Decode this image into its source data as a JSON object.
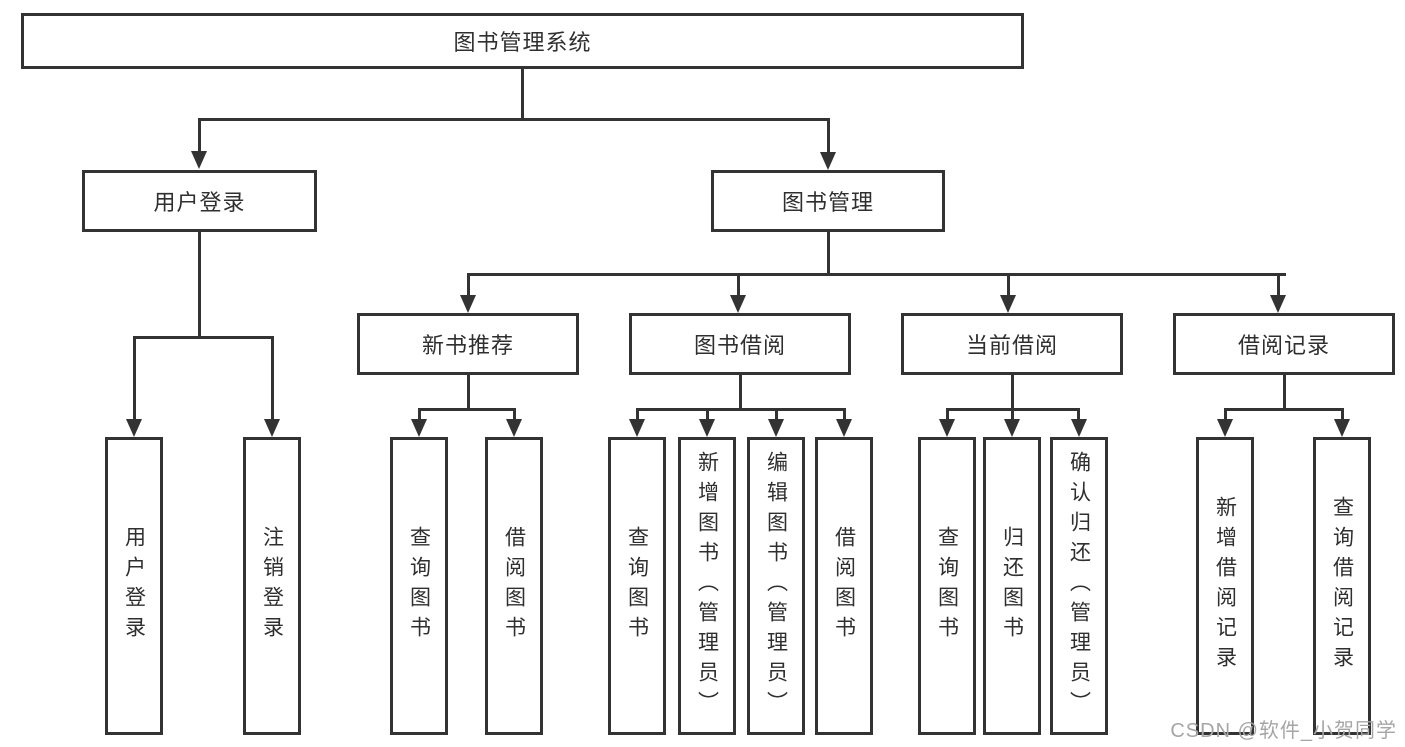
{
  "diagram": {
    "type": "feature-tree",
    "colors": {
      "line": "#333333",
      "text": "#2f2f2f",
      "watermark": "#a6a6a6",
      "background": "#ffffff"
    },
    "watermark": {
      "text": "CSDN @软件_小贺同学"
    }
  },
  "tree": {
    "root": {
      "label": "图书管理系统",
      "children": [
        {
          "label": "用户登录",
          "children": [
            {
              "label": "用户登录"
            },
            {
              "label": "注销登录"
            }
          ]
        },
        {
          "label": "图书管理",
          "children": [
            {
              "label": "新书推荐",
              "children": [
                {
                  "label": "查询图书"
                },
                {
                  "label": "借阅图书"
                }
              ]
            },
            {
              "label": "图书借阅",
              "children": [
                {
                  "label": "查询图书"
                },
                {
                  "label": "新增图书（管理员）"
                },
                {
                  "label": "编辑图书（管理员）"
                },
                {
                  "label": "借阅图书"
                }
              ]
            },
            {
              "label": "当前借阅",
              "children": [
                {
                  "label": "查询图书"
                },
                {
                  "label": "归还图书"
                },
                {
                  "label": "确认归还（管理员）"
                }
              ]
            },
            {
              "label": "借阅记录",
              "children": [
                {
                  "label": "新增借阅记录"
                },
                {
                  "label": "查询借阅记录"
                }
              ]
            }
          ]
        }
      ]
    }
  }
}
